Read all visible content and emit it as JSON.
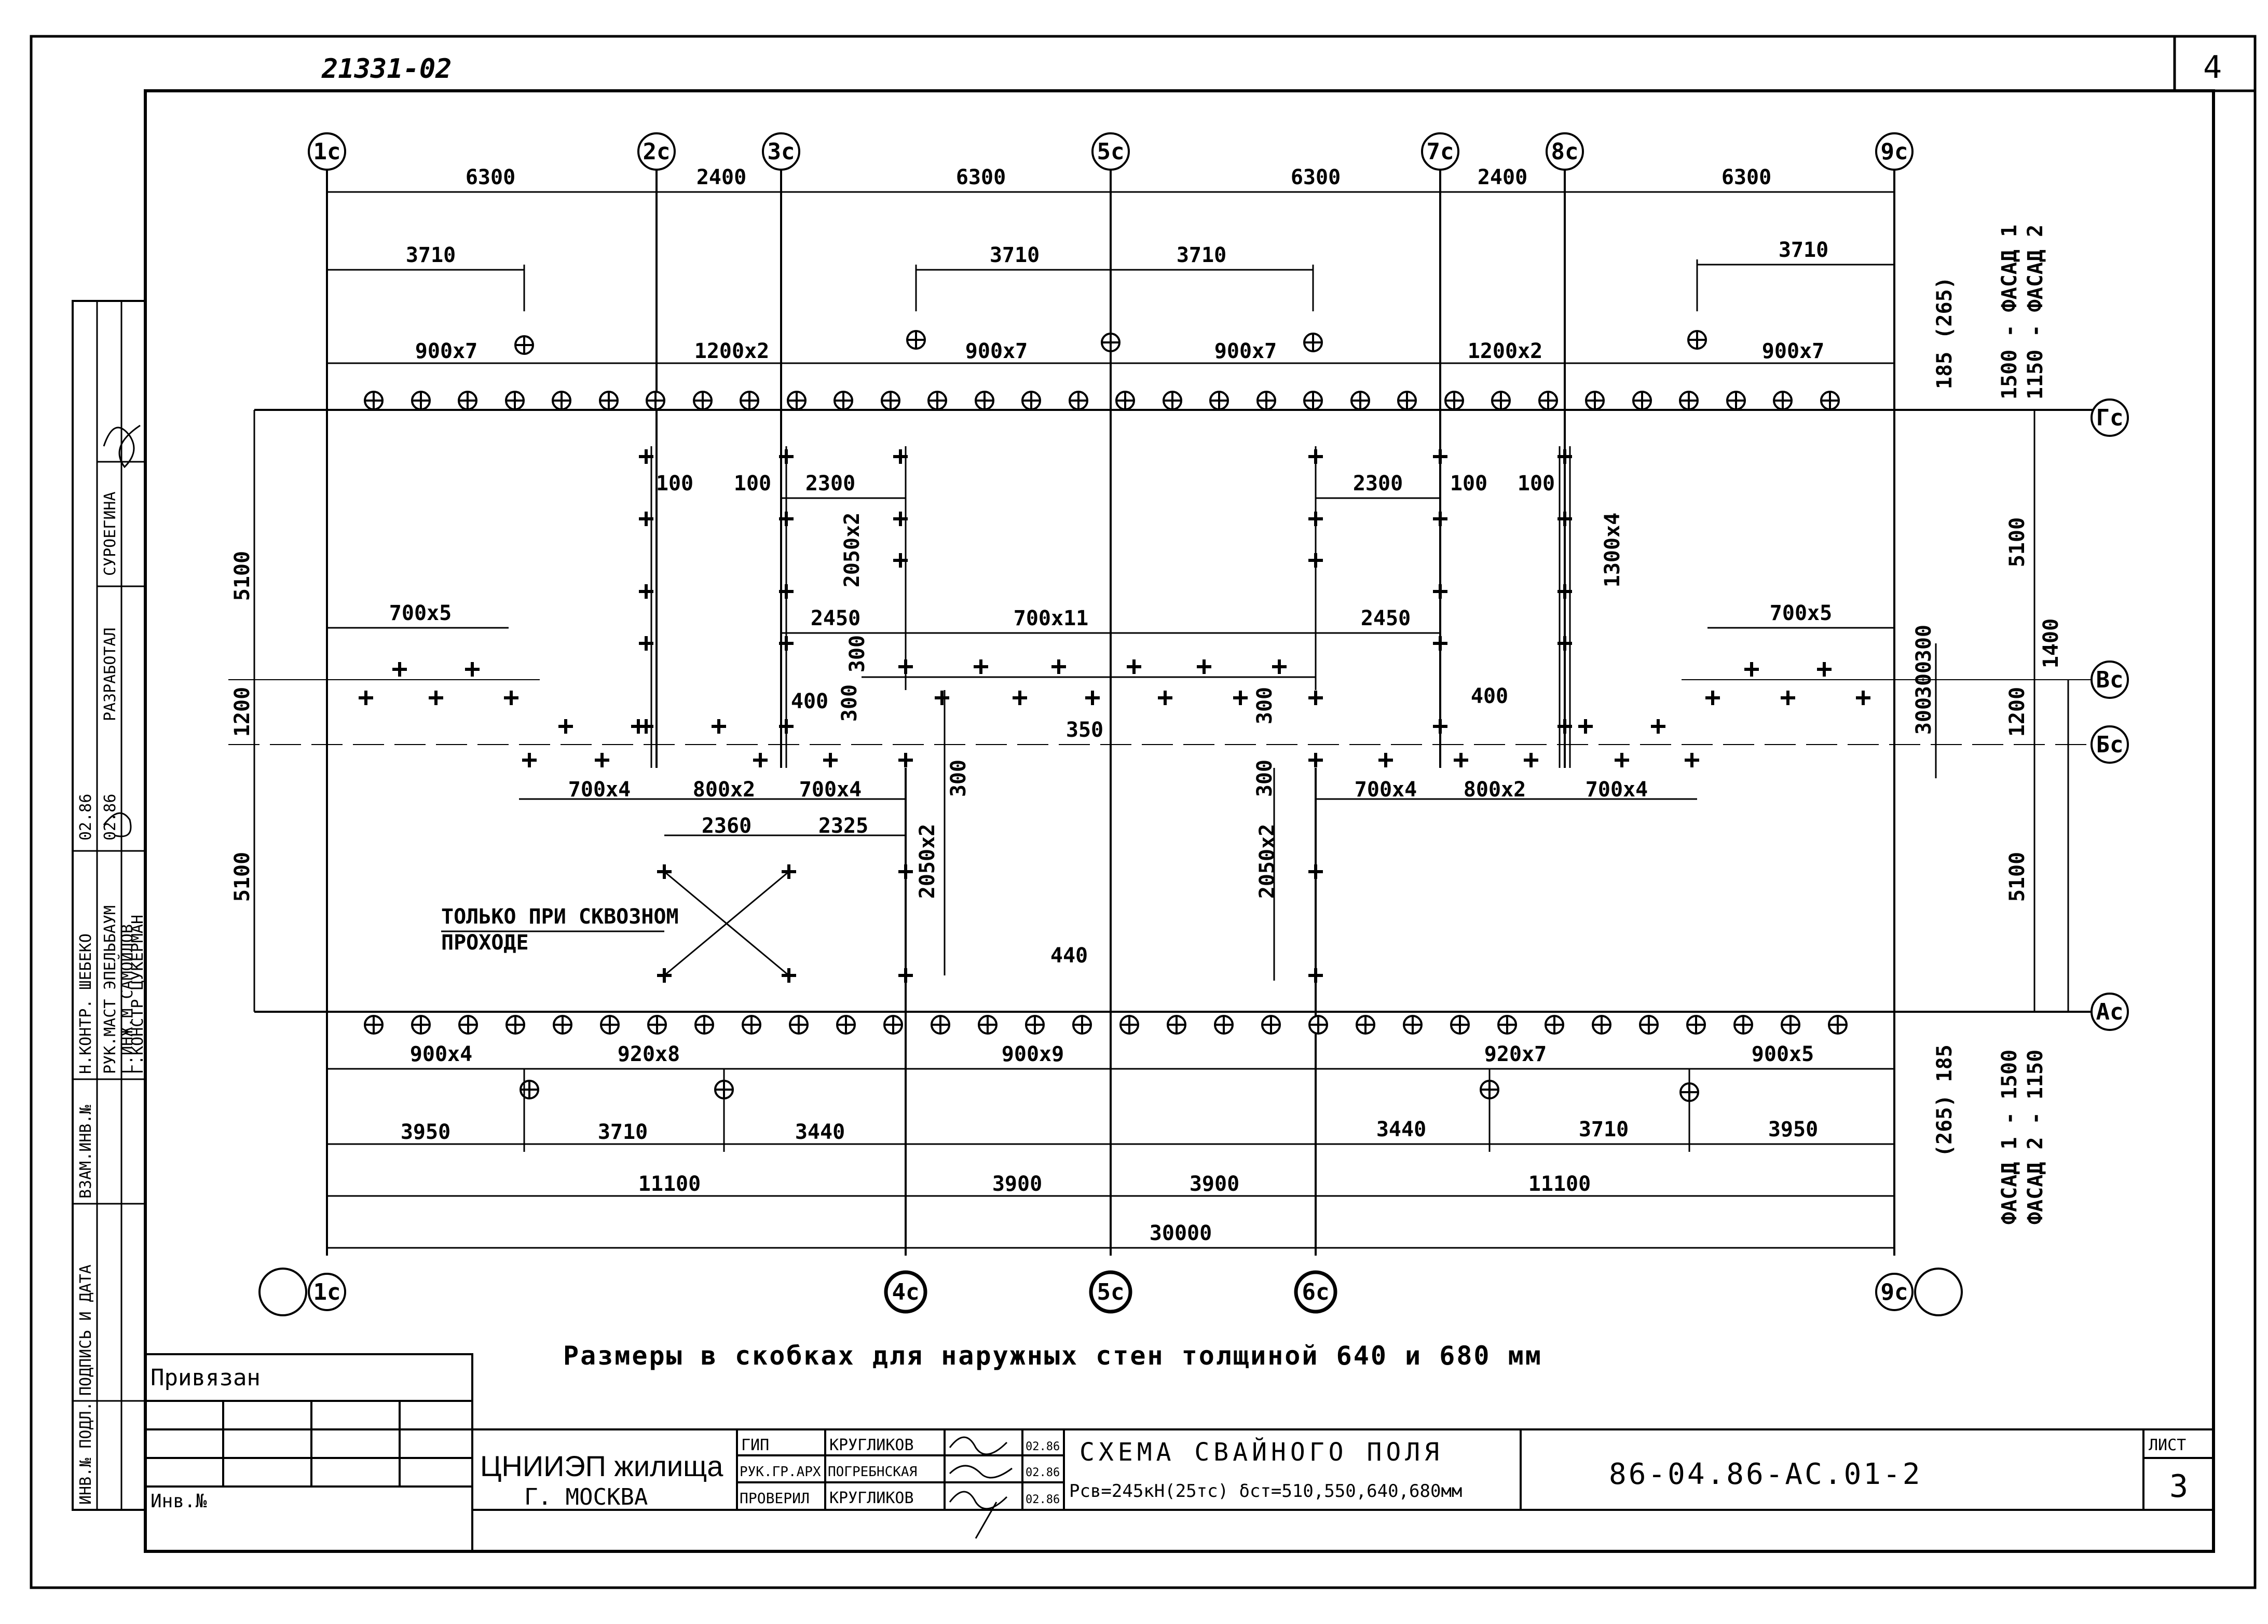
{
  "header": {
    "archive_number": "21331-02",
    "page_number": "4"
  },
  "axes": {
    "top": [
      "1с",
      "2с",
      "3с",
      "5с",
      "7с",
      "8с",
      "9с"
    ],
    "bottom": [
      "1с",
      "4с",
      "5с",
      "6с",
      "9с"
    ],
    "right": [
      "Гс",
      "Вс",
      "Бс",
      "Ас"
    ]
  },
  "dimensions": {
    "top_spans": [
      "6300",
      "2400",
      "6300",
      "6300",
      "2400",
      "6300"
    ],
    "top_pile_ties": [
      "3710",
      "3710",
      "3710",
      "3710"
    ],
    "top_pile_steps": [
      "900х7",
      "1200х2",
      "900х7",
      "900х7",
      "1200х2",
      "900х7"
    ],
    "bottom_pile_steps": [
      "900х4",
      "920х8",
      "900х9",
      "920х7",
      "900х5"
    ],
    "bottom_ties": [
      "3950",
      "3710",
      "3440",
      "3440",
      "3710",
      "3950"
    ],
    "bottom_totals": [
      "11100",
      "3900",
      "3900",
      "11100"
    ],
    "overall": "30000",
    "left_vertical": [
      "5100",
      "1200",
      "5100"
    ],
    "right_vertical": [
      "5100",
      "1400",
      "1200",
      "5100",
      "300",
      "300"
    ],
    "right_offsets_top": [
      "185 (265)",
      "1500 - ФАСАД 1",
      "1150 - ФАСАД 2"
    ],
    "right_offsets_bottom": [
      "(265) 185",
      "ФАСАД 1 - 1500",
      "ФАСАД 2 - 1150"
    ],
    "inner": [
      "100",
      "100",
      "2300",
      "2300",
      "100",
      "100",
      "2050х2",
      "1300х4",
      "2450",
      "700х11",
      "2450",
      "700х5",
      "700х5",
      "300",
      "300",
      "400",
      "400",
      "300",
      "300",
      "350",
      "700х4",
      "800х2",
      "700х4",
      "700х4",
      "800х2",
      "700х4",
      "300",
      "300",
      "2360",
      "2325",
      "2050х2",
      "2050х2",
      "440"
    ]
  },
  "notes": {
    "through_passage": [
      "ТОЛЬКО ПРИ СКВОЗНОМ",
      "ПРОХОДЕ"
    ],
    "caption": "Размеры в скобках для наружных стен толщиной 640 и 680 мм"
  },
  "left_stamp": {
    "rows": [
      "Н.КОНТР. ШЕБЕКО",
      "РУК.МАСТ ЭПЕЛЬБАУМ",
      "Г.ИНЖ.М САМОЙЛОВ",
      "Г.КОНСТР ЦУКЕРМАН"
    ],
    "developed": "РАЗРАБОТАЛ",
    "checked": "СУРОЕГИНА",
    "columns": [
      "ИНВ.№ ПОДЛ.",
      "ПОДПИСЬ И ДАТА",
      "ВЗАМ.ИНВ.№"
    ],
    "dates": [
      "02.86",
      "02.86"
    ]
  },
  "title_block": {
    "bound_to": "Привязан",
    "inv_no": "Инв.№",
    "organization": "ЦНИИЭП жилища",
    "city": "Г. МОСКВА",
    "roles": [
      {
        "role": "ГИП",
        "name": "КРУГЛИКОВ",
        "date": "02.86"
      },
      {
        "role": "РУК.ГР.АРХ",
        "name": "ПОГРЕБНСКАЯ",
        "date": "02.86"
      },
      {
        "role": "ПРОВЕРИЛ",
        "name": "КРУГЛИКОВ",
        "date": "02.86"
      }
    ],
    "title_line1": "СХЕМА СВАЙНОГО ПОЛЯ",
    "title_line2": "Pсв=245кН(25тс) δст=510,550,640,680мм",
    "code": "86-04.86-АС.01-2",
    "sheet_label": "ЛИСТ",
    "sheet_number": "3"
  }
}
